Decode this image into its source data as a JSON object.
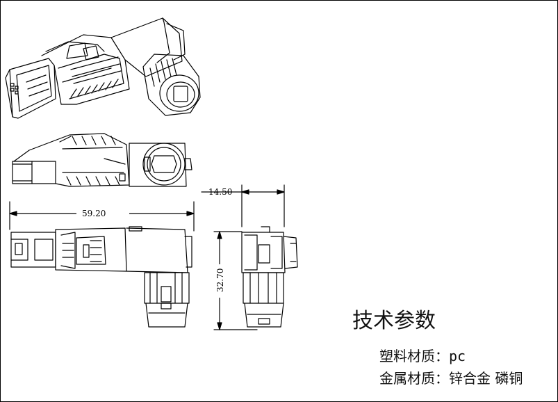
{
  "dimensions": {
    "length": "59.20",
    "width": "14.50",
    "height": "32.70"
  },
  "specs": {
    "title": "技术参数",
    "plastic_label": "塑料材质：",
    "plastic_value": "pc",
    "metal_label": "金属材质：",
    "metal_value": "锌合金 磷铜"
  }
}
